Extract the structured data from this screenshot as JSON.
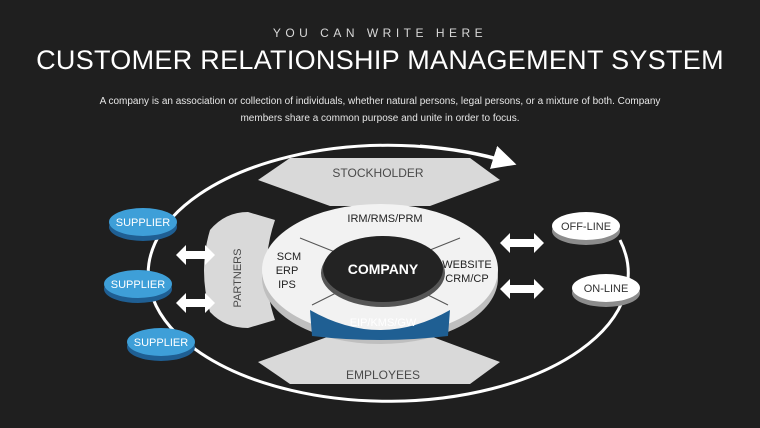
{
  "kicker": "YOU CAN WRITE HERE",
  "title": "CUSTOMER RELATIONSHIP MANAGEMENT SYSTEM",
  "description_line1": "A company is an association or collection of individuals, whether natural persons, legal persons, or a mixture of both. Company",
  "description_line2": "members share a common purpose and unite in order to focus.",
  "diagram": {
    "outer_top": "STOCKHOLDER",
    "outer_bottom": "EMPLOYEES",
    "outer_left": "PARTNERS",
    "inner_top": "IRM/RMS/PRM",
    "inner_left": [
      "SCM",
      "ERP",
      "IPS"
    ],
    "inner_right": [
      "WEBSITE",
      "CRM/CP"
    ],
    "inner_bottom": "EIP/KMS/GW",
    "center": "COMPANY",
    "suppliers": [
      "SUPPLIER",
      "SUPPLIER",
      "SUPPLIER"
    ],
    "channels": [
      "OFF-LINE",
      "ON-LINE"
    ]
  },
  "colors": {
    "background": "#1f1f1f",
    "segment_gray": "#d9d9d9",
    "inner_ring": "#f2f2f2",
    "accent_blue": "#1f5f93",
    "supplier_blue": "#3e9fd8",
    "center_dark": "#232323"
  }
}
